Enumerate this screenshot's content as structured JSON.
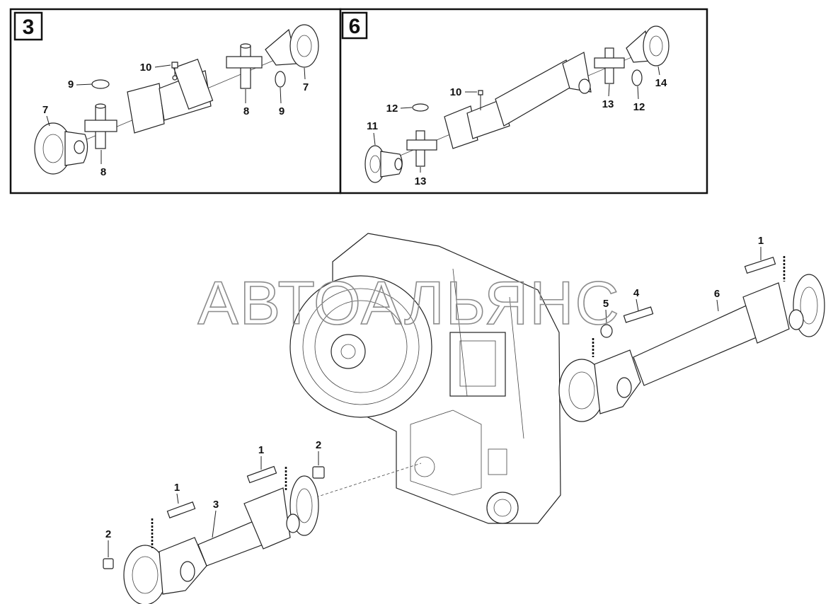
{
  "watermark": "АВТОАЛЬЯНС",
  "panels": [
    {
      "number": "3",
      "callouts": {
        "flange_left": "7",
        "flange_right": "7",
        "cross_left": "8",
        "cross_right": "8",
        "ring_left": "9",
        "ring_right": "9",
        "grease_fitting": "10"
      }
    },
    {
      "number": "6",
      "callouts": {
        "flange_left": "11",
        "ring_left": "12",
        "ring_right": "12",
        "cross_left": "13",
        "cross_right": "13",
        "grease_fitting": "10",
        "flange_right": "14"
      }
    }
  ],
  "main_callouts": {
    "bolt_rear_upper": "1",
    "bolt_rear_lower": "1",
    "nut_rear_upper": "2",
    "nut_rear_lower": "2",
    "shaft_rear": "3",
    "bolt_front_long": "4",
    "washer_front": "5",
    "shaft_front": "6",
    "bolt_front_top": "1"
  }
}
